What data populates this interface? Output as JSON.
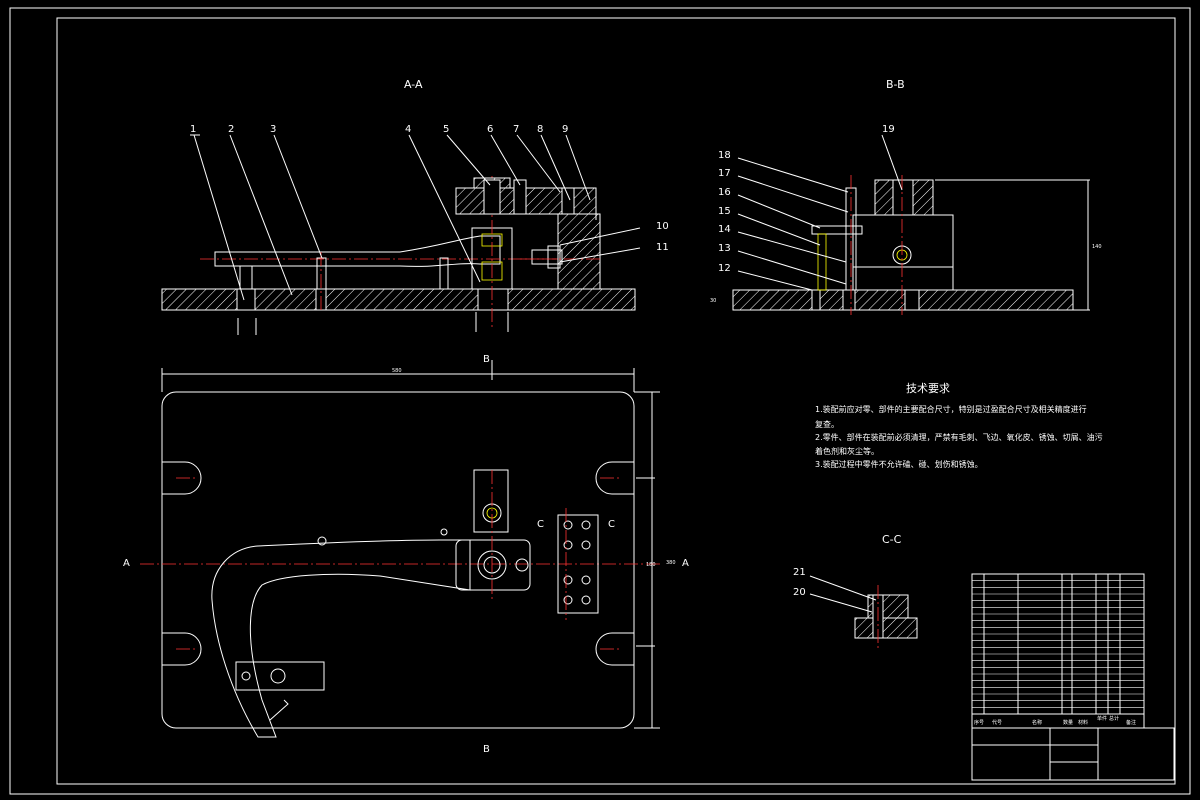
{
  "views": {
    "section_aa": "A-A",
    "section_bb": "B-B",
    "section_cc": "C-C"
  },
  "callouts": [
    "1",
    "2",
    "3",
    "4",
    "5",
    "6",
    "7",
    "8",
    "9",
    "10",
    "11",
    "12",
    "13",
    "14",
    "15",
    "16",
    "17",
    "18",
    "19",
    "20",
    "21"
  ],
  "cut_marks": {
    "a_left": "A",
    "a_right": "A",
    "b_top": "B",
    "b_bottom": "B",
    "c_left": "C",
    "c_right": "C"
  },
  "dimensions": {
    "plan_width": "580",
    "plan_height": "380",
    "plan_inner": "180",
    "bb_height": "140",
    "bb_base": "30"
  },
  "tech_requirements": {
    "title": "技术要求",
    "items": [
      "1.装配前应对零、部件的主要配合尺寸，特别是过盈配合尺寸及相关精度进行",
      "复查。",
      "2.零件、部件在装配前必须清理，严禁有毛刺、飞边、氧化皮、锈蚀、切屑、油污",
      "着色剂和灰尘等。",
      "3.装配过程中零件不允许磕、碰、划伤和锈蚀。"
    ]
  },
  "title_block": {
    "headers": [
      "序号",
      "代号",
      "名称",
      "数量",
      "材料",
      "单件",
      "总计",
      "备注"
    ]
  }
}
